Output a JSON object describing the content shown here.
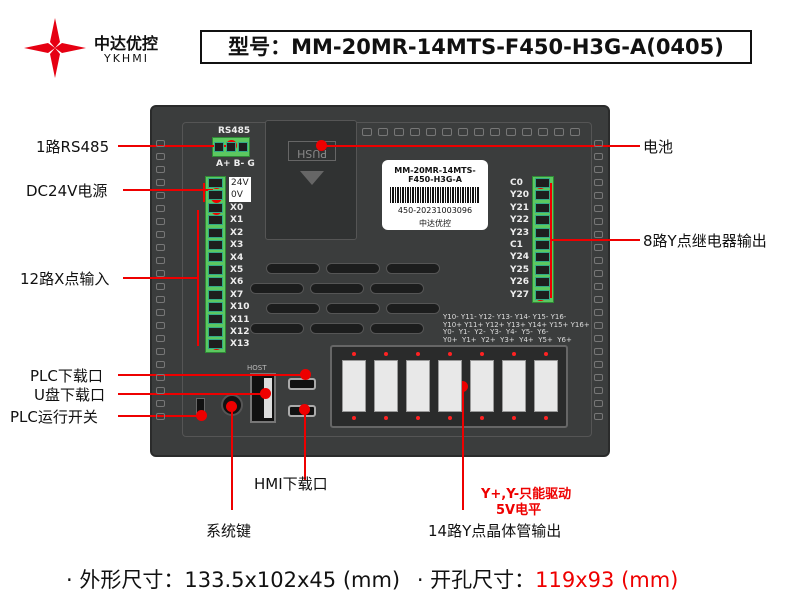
{
  "brand": {
    "name_cn": "中达优控",
    "name_en": "YKHMI",
    "color": "#e60012"
  },
  "model_title": "型号：MM-20MR-14MTS-F450-H3G-A(0405)",
  "device": {
    "rs485": {
      "title": "RS485",
      "pins": "A+ B- G"
    },
    "power_labels": [
      "24V",
      "0V"
    ],
    "x_inputs": [
      "X0",
      "X1",
      "X2",
      "X3",
      "X4",
      "X5",
      "X6",
      "X7",
      "X10",
      "X11",
      "X12",
      "X13"
    ],
    "y_relay": [
      "C0",
      "Y20",
      "Y21",
      "Y22",
      "Y23",
      "C1",
      "Y24",
      "Y25",
      "Y26",
      "Y27"
    ],
    "y_transistor_rows": [
      "Y10- Y11- Y12- Y13- Y14- Y15- Y16-",
      "Y10+ Y11+ Y12+ Y13+ Y14+ Y15+ Y16+",
      "Y0-  Y1-  Y2-  Y3-  Y4-  Y5-  Y6-",
      "Y0+  Y1+  Y2+  Y3+  Y4+  Y5+  Y6+"
    ],
    "battery_text": "PUSH",
    "sticker": {
      "model": "MM-20MR-14MTS-F450-H3G-A",
      "serial": "450-20231003096",
      "brand": "中达优控"
    },
    "usb_label": "HOST"
  },
  "callouts": {
    "rs485": "1路RS485",
    "power": "DC24V电源",
    "x_input": "12路X点输入",
    "plc_download": "PLC下载口",
    "usb_download": "U盘下载口",
    "run_switch": "PLC运行开关",
    "battery": "电池",
    "y_relay": "8路Y点继电器输出",
    "hmi_download": "HMI下载口",
    "system_key": "系统键",
    "y_transistor": "14路Y点晶体管输出",
    "warning_line1": "Y+,Y-只能驱动",
    "warning_line2": "5V电平"
  },
  "footer": {
    "dims_label": "· 外形尺寸：",
    "dims_value": "133.5x102x45 (mm)",
    "cutout_label": "· 开孔尺寸：",
    "cutout_value": "119x93 (mm)"
  }
}
